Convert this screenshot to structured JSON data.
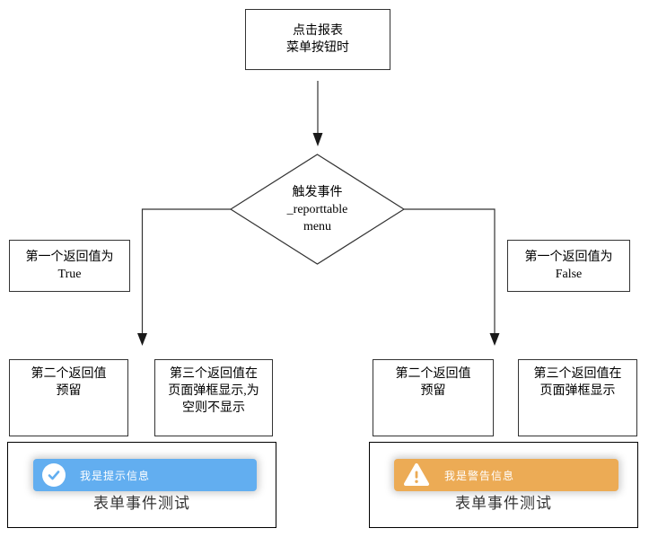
{
  "flowchart": {
    "start": {
      "lines": [
        "点击报表",
        "菜单按钮时"
      ]
    },
    "decision": {
      "lines": [
        "触发事件",
        "_reporttable",
        "menu"
      ]
    },
    "branch_left_label": {
      "lines": [
        "第一个返回值为",
        "True"
      ]
    },
    "branch_right_label": {
      "lines": [
        "第一个返回值为",
        "False"
      ]
    },
    "left_outcome_1": {
      "lines": [
        "第二个返回值",
        "预留"
      ]
    },
    "left_outcome_2": {
      "lines": [
        "第三个返回值在",
        "页面弹框显示,为",
        "空则不显示"
      ]
    },
    "right_outcome_1": {
      "lines": [
        "第二个返回值",
        "预留"
      ]
    },
    "right_outcome_2": {
      "lines": [
        "第三个返回值在",
        "页面弹框显示"
      ]
    }
  },
  "previews": {
    "success": {
      "message": "我是提示信息",
      "title": "表单事件测试",
      "icon": "check-circle-icon",
      "banner_color": "#62aef0"
    },
    "warning": {
      "message": "我是警告信息",
      "title": "表单事件测试",
      "icon": "warning-triangle-icon",
      "banner_color": "#ecab55"
    }
  },
  "colors": {
    "line": "#333333",
    "success_banner": "#62aef0",
    "warning_banner": "#ecab55"
  }
}
